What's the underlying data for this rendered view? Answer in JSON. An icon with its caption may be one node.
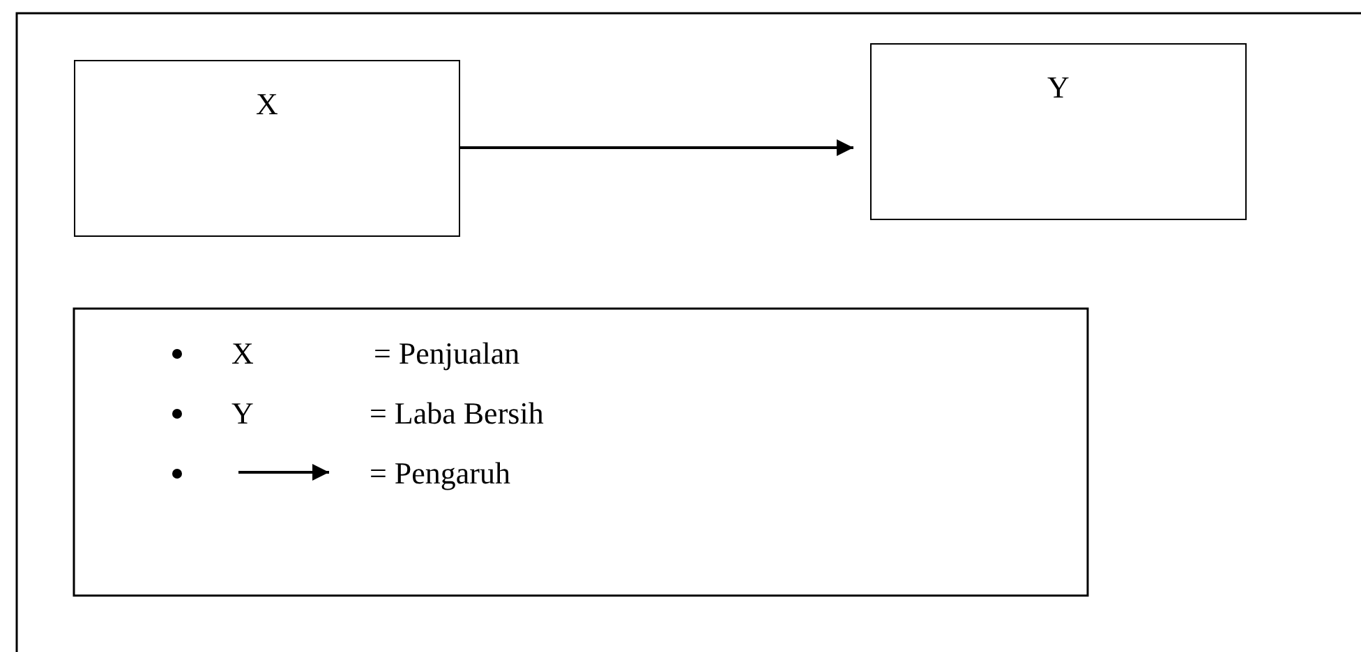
{
  "diagram": {
    "nodes": [
      {
        "text": [
          "X"
        ]
      },
      {
        "text": [
          "Y"
        ]
      }
    ],
    "edges": [
      {
        "from": 0,
        "to": 1,
        "arrow": "to"
      }
    ],
    "labels": [
      "X",
      "Y"
    ],
    "legend": [
      {
        "text": "= Penjualan"
      },
      {
        "text": "= Laba Bersih"
      },
      {
        "text": "= Pengaruh"
      }
    ]
  }
}
